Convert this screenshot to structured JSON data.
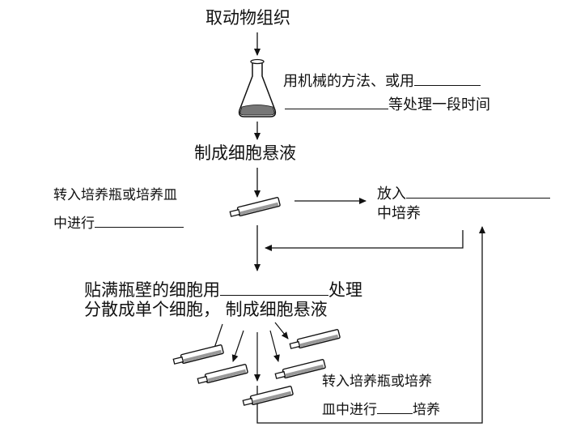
{
  "steps": {
    "take_tissue": "取动物组织",
    "digest_prefix": "用机械的方法、或用",
    "digest_suffix": "等处理一段时间",
    "make_suspension": "制成细胞悬液",
    "transfer_left_line1": "转入培养瓶或培养皿",
    "transfer_left_line2": "中进行",
    "put_into_line1": "放入",
    "put_into_line2": "中培养",
    "adherent_prefix": "贴满瓶壁的细胞用",
    "adherent_suffix": "处理",
    "disperse_line": "分散成单个细胞，  制成细胞悬液",
    "transfer_bottom_line1": "转入培养瓶或培养",
    "transfer_bottom_line2_prefix": "皿中进行",
    "transfer_bottom_line2_suffix": "培养"
  },
  "colors": {
    "ink": "#111111",
    "background": "#ffffff"
  },
  "icons": {
    "flask": "erlenmeyer-flask-icon",
    "culture_flask": "culture-flask-icon"
  }
}
